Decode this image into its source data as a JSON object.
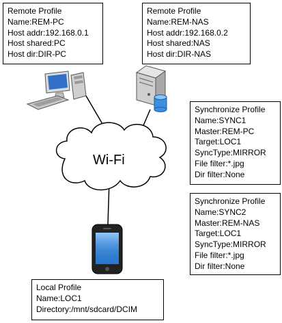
{
  "remote_pc": {
    "title": "Remote Profile",
    "name": "Name:REM-PC",
    "host_addr": "Host addr:192.168.0.1",
    "host_shared": "Host shared:PC",
    "host_dir": "Host dir:DIR-PC"
  },
  "remote_nas": {
    "title": "Remote Profile",
    "name": "Name:REM-NAS",
    "host_addr": "Host addr:192.168.0.2",
    "host_shared": "Host shared:NAS",
    "host_dir": "Host dir:DIR-NAS"
  },
  "sync1": {
    "title": "Synchronize Profile",
    "name": "Name:SYNC1",
    "master": "Master:REM-PC",
    "target": "Target:LOC1",
    "sync_type": "SyncType:MIRROR",
    "file_filter": "File filter:*.jpg",
    "dir_filter": "Dir filter:None"
  },
  "sync2": {
    "title": "Synchronize Profile",
    "name": "Name:SYNC2",
    "master": "Master:REM-NAS",
    "target": "Target:LOC1",
    "sync_type": "SyncType:MIRROR",
    "file_filter": "File filter:*.jpg",
    "dir_filter": "Dir filter:None"
  },
  "local": {
    "title": "Local Profile",
    "name": "Name:LOC1",
    "directory": "Directory:/mnt/sdcard/DCIM"
  },
  "cloud": {
    "label": "Wi-Fi"
  },
  "icons": {
    "pc": "desktop-computer-icon",
    "server": "server-database-icon",
    "phone": "smartphone-icon"
  },
  "colors": {
    "screen_blue": "#2f6fc9",
    "database_blue": "#3a8fe0",
    "phone_body": "#222222"
  }
}
